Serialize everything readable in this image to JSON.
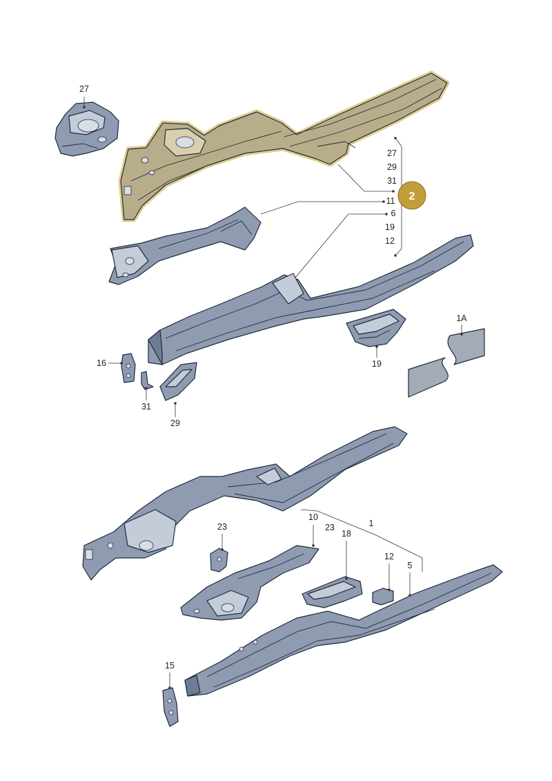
{
  "colors": {
    "part_fill": "#8e9bb0",
    "part_shade": "#6f7d94",
    "part_light": "#c4ccd9",
    "highlight_fill": "#b8ad8a",
    "highlight_glow": "#c9a633",
    "callout_fill": "#c29e3a",
    "sheet_fill": "#a3abb8"
  },
  "callout": {
    "label": "2"
  },
  "group_labels": [
    "27",
    "29",
    "31",
    "11",
    "6",
    "19",
    "12"
  ],
  "labels": {
    "p27": "27",
    "p16": "16",
    "p31": "31",
    "p29": "29",
    "p19": "19",
    "p1A": "1A",
    "p23a": "23",
    "p10": "10",
    "p23b": "23",
    "p1": "1",
    "p18": "18",
    "p12": "12",
    "p5": "5",
    "p15": "15"
  }
}
